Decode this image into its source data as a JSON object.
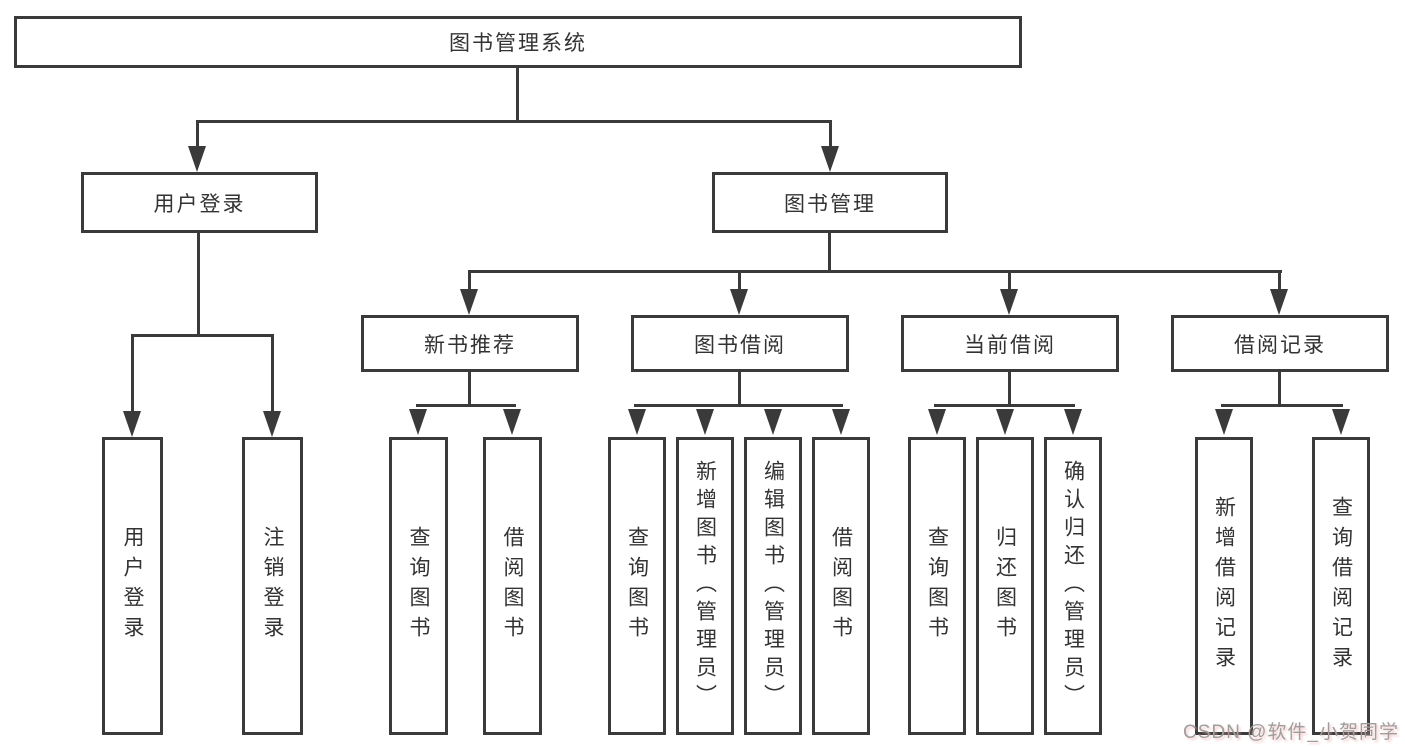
{
  "diagram": {
    "root": "图书管理系统",
    "level2": [
      "用户登录",
      "图书管理"
    ],
    "level3": [
      "新书推荐",
      "图书借阅",
      "当前借阅",
      "借阅记录"
    ],
    "leaves": {
      "user": [
        "用户登录",
        "注销登录"
      ],
      "newbook": [
        "查询图书",
        "借阅图书"
      ],
      "borrow": [
        "查询图书",
        "新增图书（管理员）",
        "编辑图书（管理员）",
        "借阅图书"
      ],
      "current": [
        "查询图书",
        "归还图书",
        "确认归还（管理员）"
      ],
      "records": [
        "新增借阅记录",
        "查询借阅记录"
      ]
    }
  },
  "watermark": "CSDN @软件_小贺同学",
  "colors": {
    "line": "#3a3a3a",
    "text": "#333333",
    "box_fill": "#ffffff",
    "watermark": "#9e9e9e"
  }
}
